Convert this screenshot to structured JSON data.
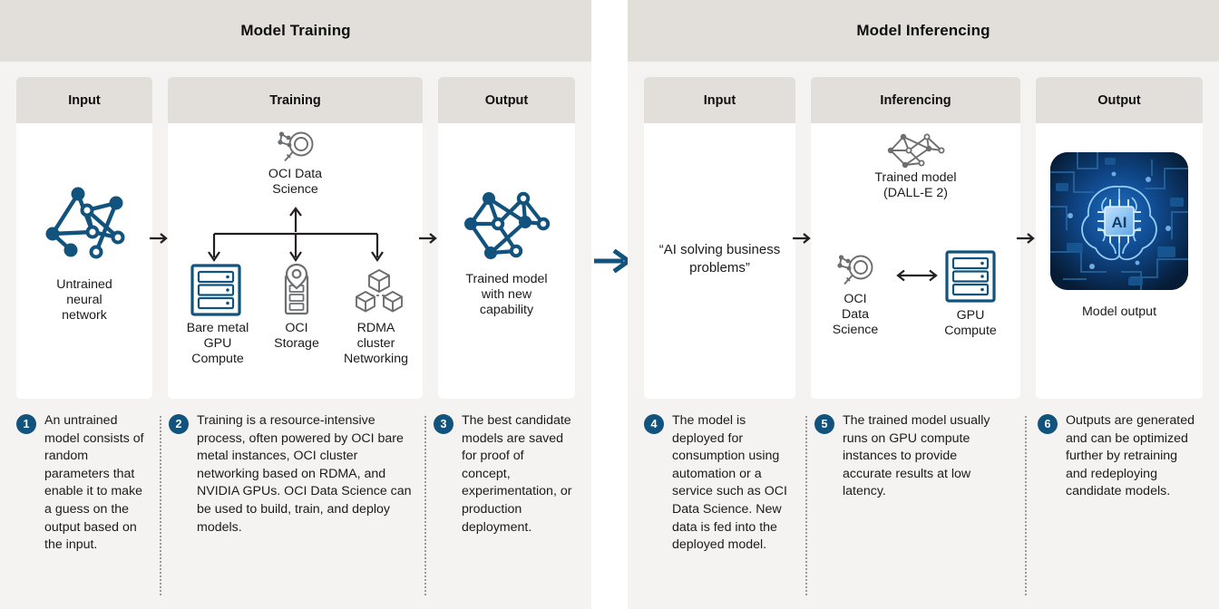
{
  "sections": [
    {
      "id": "model-training",
      "title": "Model Training",
      "stages": [
        {
          "id": "input",
          "header": "Input"
        },
        {
          "id": "training",
          "header": "Training"
        },
        {
          "id": "output",
          "header": "Output"
        }
      ],
      "icons": {
        "untrained_network": "Untrained\nneural\nnetwork",
        "untrained_network_lines": [
          "Untrained",
          "neural",
          "network"
        ],
        "oci_data_science": [
          "OCI Data",
          "Science"
        ],
        "bare_metal": [
          "Bare metal",
          "GPU",
          "Compute"
        ],
        "oci_storage": [
          "OCI",
          "Storage"
        ],
        "rdma": [
          "RDMA",
          "cluster",
          "Networking"
        ],
        "trained_model": [
          "Trained model",
          "with new",
          "capability"
        ]
      }
    },
    {
      "id": "model-inferencing",
      "title": "Model Inferencing",
      "stages": [
        {
          "id": "input",
          "header": "Input"
        },
        {
          "id": "inferencing",
          "header": "Inferencing"
        },
        {
          "id": "output",
          "header": "Output"
        }
      ],
      "icons": {
        "prompt_quote": "“AI solving business problems”",
        "trained_model": [
          "Trained model",
          "(DALL-E 2)"
        ],
        "oci_data_science": [
          "OCI",
          "Data",
          "Science"
        ],
        "gpu_compute": [
          "GPU",
          "Compute"
        ],
        "model_output": "Model output",
        "chip_label": "AI"
      }
    }
  ],
  "notes": [
    {
      "number": "1",
      "text": "An untrained model consists of random parameters that enable it to make a guess on the output based on the input."
    },
    {
      "number": "2",
      "text": "Training is a resource-intensive process, often powered by OCI bare metal instances, OCI cluster networking based on RDMA, and NVIDIA GPUs. OCI Data Science can be used to build, train, and deploy models."
    },
    {
      "number": "3",
      "text": "The best candidate models are saved for proof of concept, experimentation, or production deployment."
    },
    {
      "number": "4",
      "text": "The model is deployed for consumption using automation or a service such as OCI Data Science. New data is fed into the deployed model."
    },
    {
      "number": "5",
      "text": "The trained model usually runs on GPU compute instances to provide accurate results at low latency."
    },
    {
      "number": "6",
      "text": "Outputs are generated and can be optimized further by retraining and redeploying candidate models."
    }
  ],
  "colors": {
    "brand_blue": "#12537e",
    "header_grey": "#e2dfda",
    "page_bg": "#f4f3f1",
    "panel_white": "#ffffff",
    "icon_grey": "#6d6e70",
    "arrow_dark": "#231f20"
  }
}
